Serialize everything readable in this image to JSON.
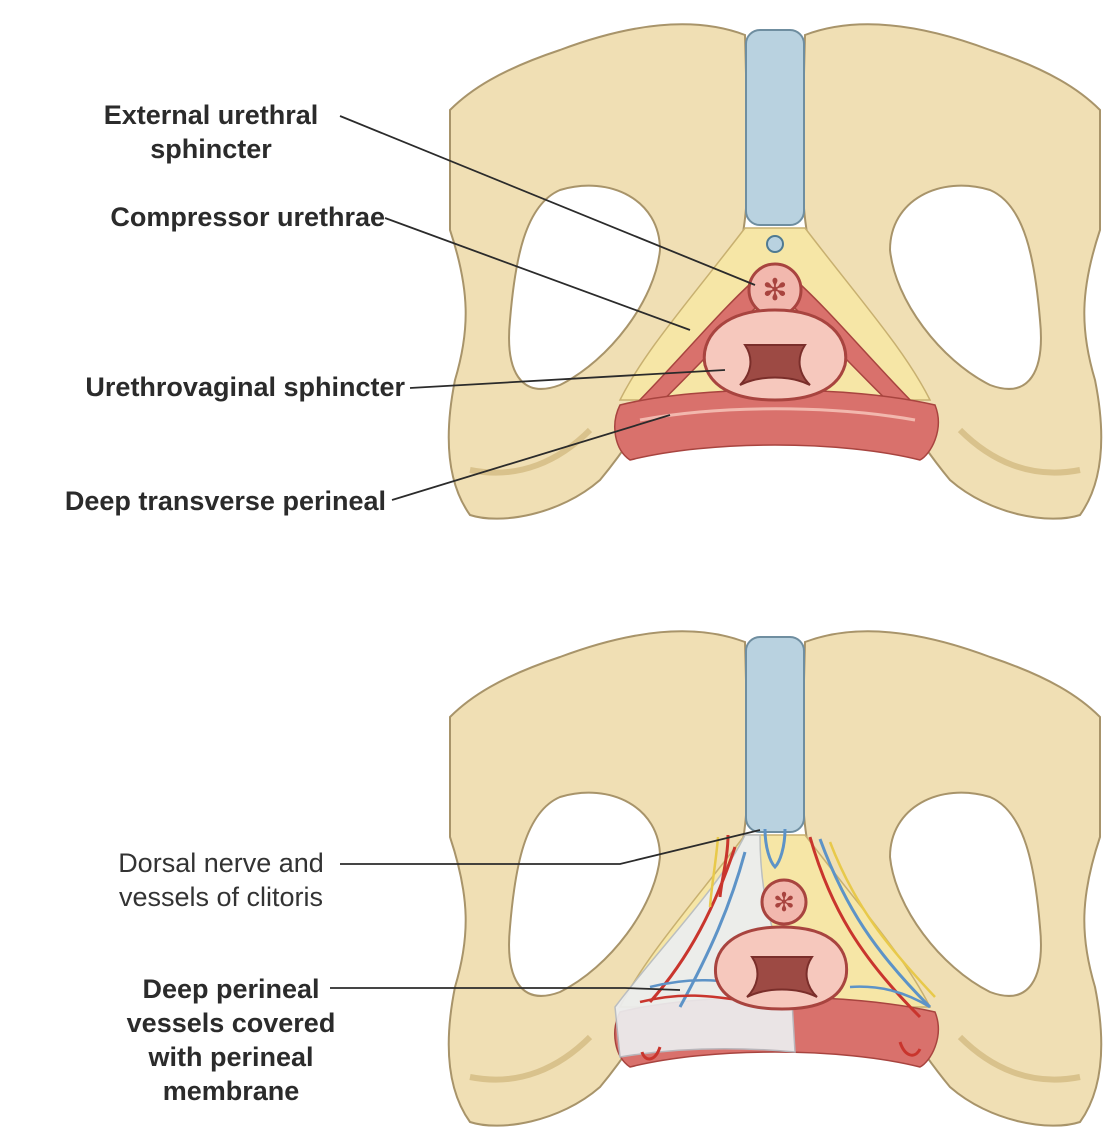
{
  "colors": {
    "bone": "#f0dfb4",
    "bone_outline": "#a8946a",
    "bone_shadow": "#d9c28c",
    "symphysis": "#b9d2e0",
    "muscle": "#d9716c",
    "muscle_dark": "#a8443f",
    "muscle_light": "#f2b8ae",
    "fat": "#f6e6a6",
    "membrane": "#eceef0",
    "artery": "#c9352d",
    "vein": "#5d93c7",
    "nerve": "#e8c94a",
    "leader": "#2b2b2b"
  },
  "top_diagram": {
    "labels": {
      "external_urethral_sphincter": "External urethral sphincter",
      "compressor_urethrae": "Compressor urethrae",
      "urethrovaginal_sphincter": "Urethrovaginal sphincter",
      "deep_transverse_perineal": "Deep transverse perineal"
    }
  },
  "bottom_diagram": {
    "labels": {
      "dorsal_nerve_vessels": "Dorsal nerve and vessels of clitoris",
      "deep_perineal_vessels": "Deep perineal vessels covered with perineal membrane"
    }
  }
}
